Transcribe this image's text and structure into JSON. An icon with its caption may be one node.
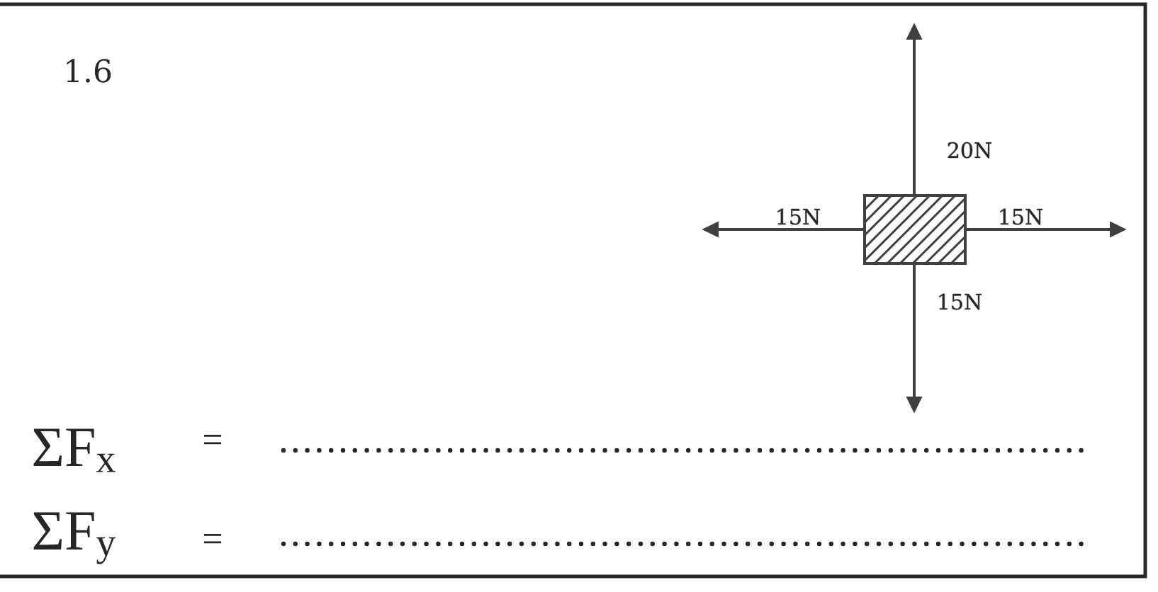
{
  "diagram": {
    "labels": [
      "1.6",
      "20N",
      "15N",
      "15N",
      "15N",
      "ΣF$_{x}$",
      "=",
      "ΣF$_{y}$",
      "="
    ]
  }
}
